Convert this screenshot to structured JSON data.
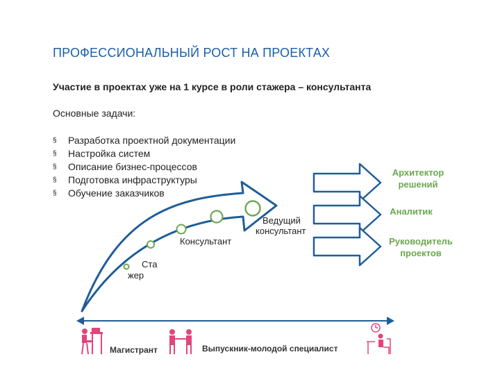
{
  "title": "ПРОФЕССИОНАЛЬНЫЙ РОСТ НА ПРОЕКТАХ",
  "subtitle": "Участие в проектах уже на 1 курсе в роли стажера – консультанта",
  "tasks_label": "Основные задачи:",
  "tasks": [
    "Разработка проектной документации",
    "Настройка систем",
    "Описание бизнес-процессов",
    "Подготовка инфраструктуры",
    "Обучение заказчиков"
  ],
  "bullet_glyph": "§",
  "stages": {
    "intern_line1": "Ста",
    "intern_line2": "жер",
    "consultant": "Консультант",
    "lead_line1": "Ведущий",
    "lead_line2": "консультант"
  },
  "outcomes": {
    "architect_line1": "Архитектор",
    "architect_line2": "решений",
    "analyst": "Аналитик",
    "head_line1": "Руководитель",
    "head_line2": "проектов"
  },
  "bottom": {
    "master": "Магистрант",
    "graduate": "Выпускник-молодой специалист"
  },
  "colors": {
    "title": "#1a5fa8",
    "green": "#6aa84f",
    "accent_pink": "#e0457b",
    "arrow_fill": "#1f5d99"
  },
  "icons": {
    "student_desk": "student-at-desk-icon",
    "handshake": "handshake-icon",
    "specialist": "specialist-with-clock-icon"
  }
}
